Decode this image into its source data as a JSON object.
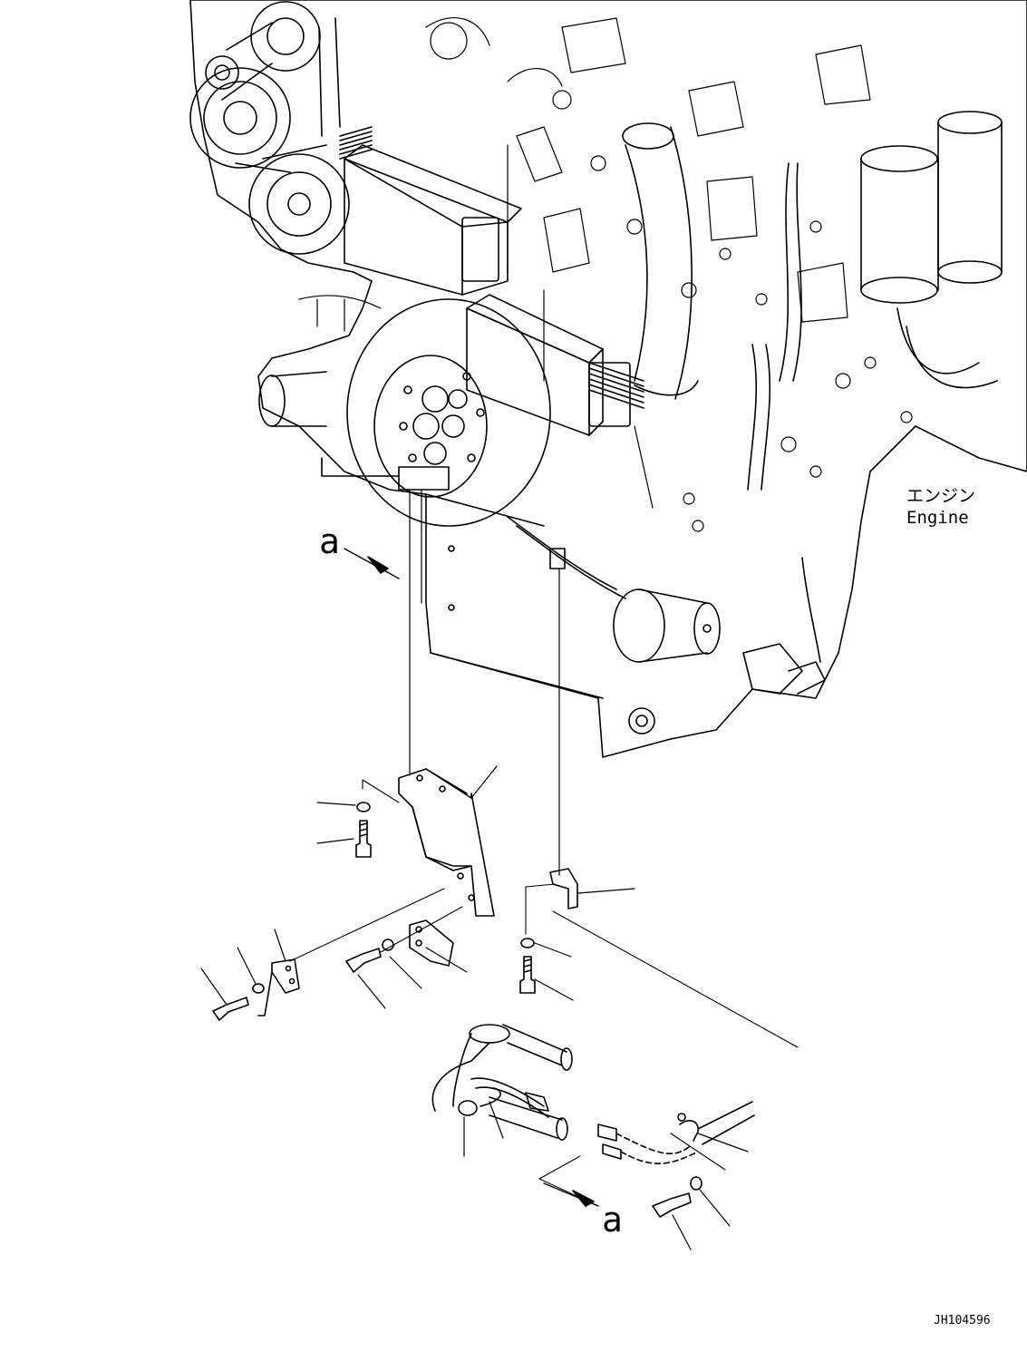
{
  "labels": {
    "engine_jp": "エンジン",
    "engine_en": "Engine",
    "view_a_top": "a",
    "view_a_bottom": "a",
    "drawing_id": "JH104596"
  }
}
